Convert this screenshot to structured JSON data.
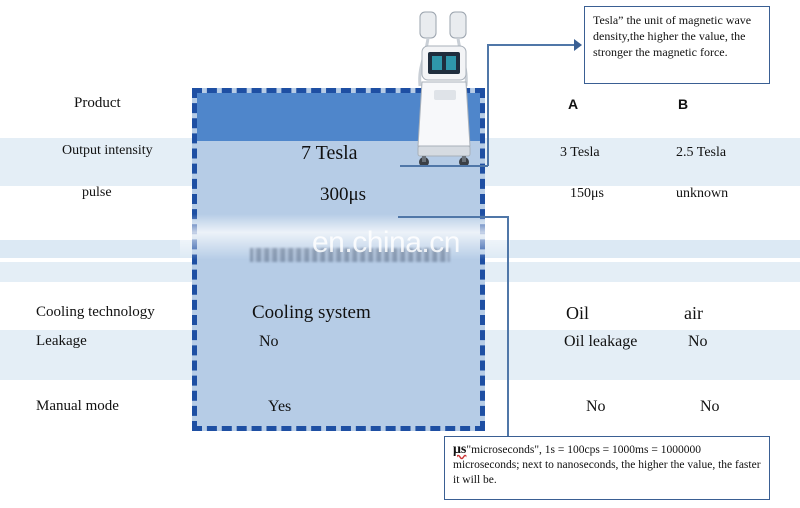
{
  "callout_tesla": {
    "text": "Tesla”  the unit of magnetic wave density,the higher the value, the stronger the magnetic force."
  },
  "callout_us": {
    "symbol": "μs",
    "text": "\"microseconds\", 1s = 100cps = 1000ms = 1000000 microseconds; next to nanoseconds, the higher the value, the faster it will be."
  },
  "watermark": "en.china.cn",
  "table": {
    "header": {
      "label": "Product",
      "col_a": "A",
      "col_b": "B"
    },
    "rows": {
      "output": {
        "label": "Output intensity",
        "product": "7 Tesla",
        "a": "3 Tesla",
        "b": "2.5 Tesla"
      },
      "pulse": {
        "label": "pulse",
        "product": "300μs",
        "a": "150μs",
        "b": "unknown"
      },
      "cooling": {
        "label": "Cooling technology",
        "product": "Cooling system",
        "a": "Oil",
        "b": "air"
      },
      "leakage": {
        "label": "Leakage",
        "product": "No",
        "a": "Oil leakage",
        "b": "No"
      },
      "manual": {
        "label": "Manual mode",
        "product": "Yes",
        "a": "No",
        "b": "No"
      }
    }
  },
  "colors": {
    "panel_fill": "#b6cce6",
    "panel_border": "#1e4fa3",
    "panel_header": "#4f86cb",
    "row_band": "#e4eef6"
  }
}
